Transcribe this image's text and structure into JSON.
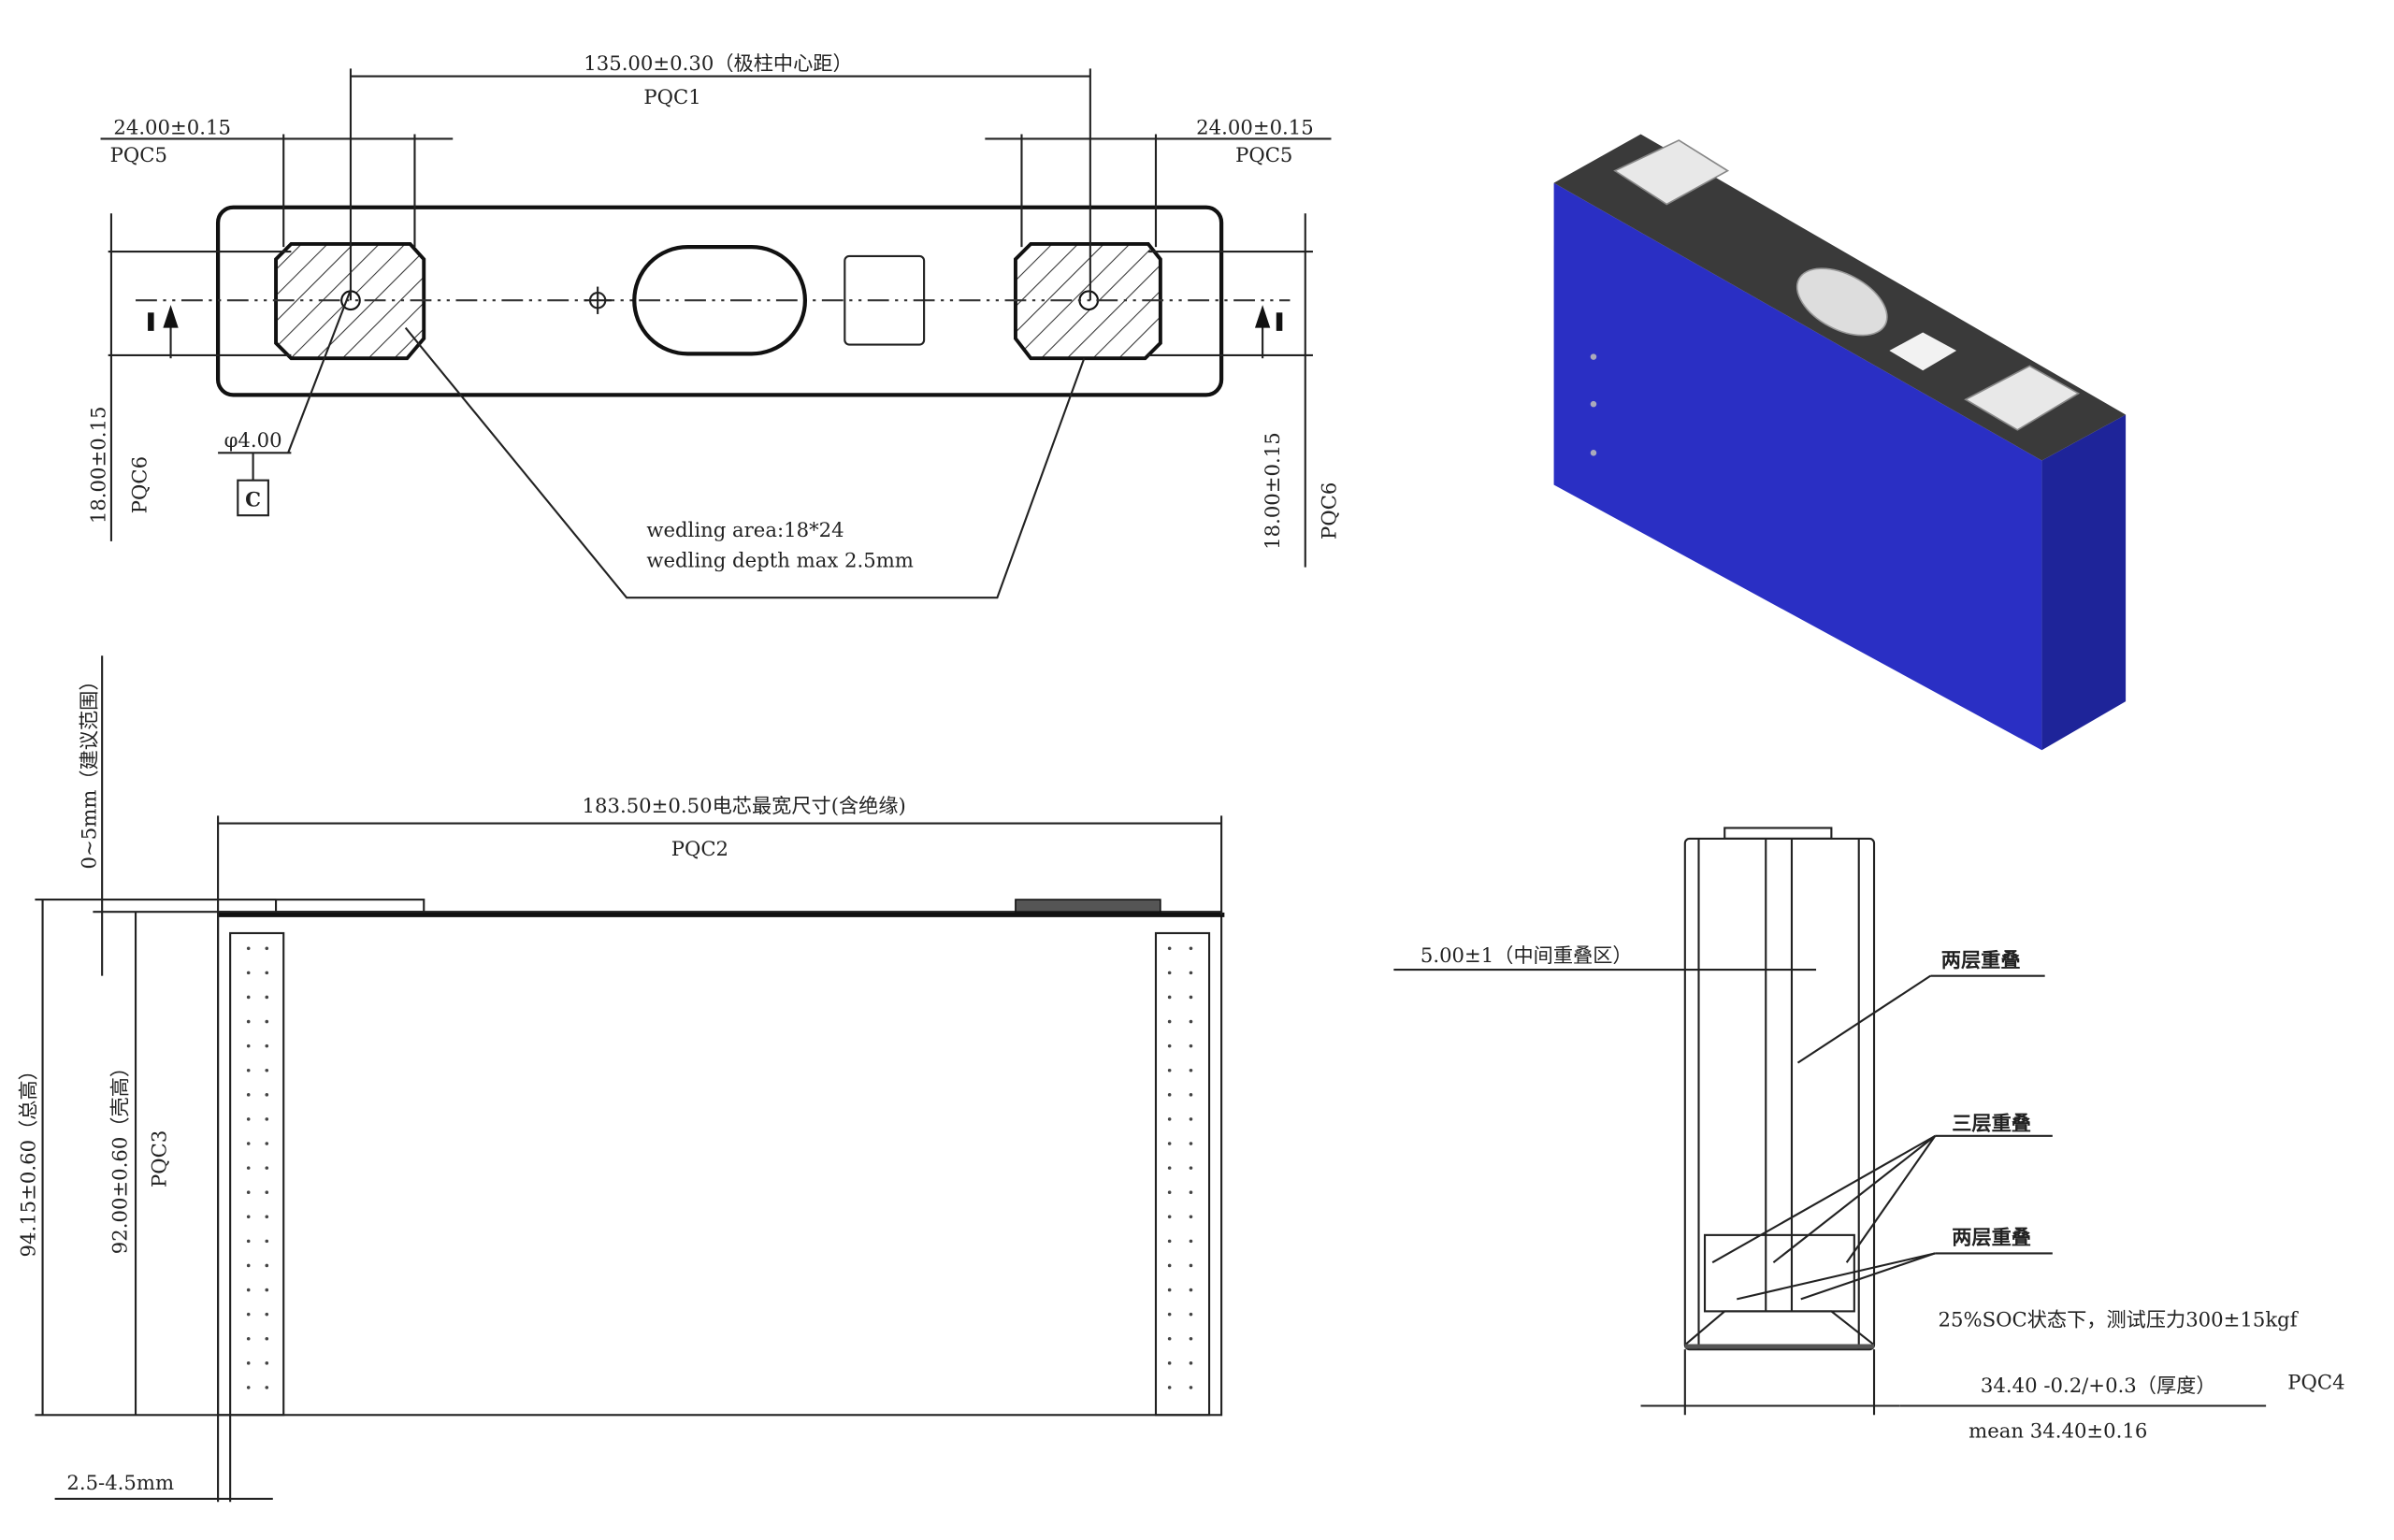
{
  "top_view": {
    "pole_distance": "135.00±0.30（极柱中心距）",
    "pole_distance_code": "PQC1",
    "terminal_width_left": "24.00±0.15",
    "terminal_width_left_code": "PQC5",
    "terminal_width_right": "24.00±0.15",
    "terminal_width_right_code": "PQC5",
    "height_left": "18.00±0.15",
    "height_left_code": "PQC6",
    "height_right": "18.00±0.15",
    "height_right_code": "PQC6",
    "hole_diameter": "φ4.00",
    "datum_label": "C",
    "welding_area": "wedling area:18*24",
    "welding_depth": "wedling depth max 2.5mm"
  },
  "front_view": {
    "width": "183.50±0.50电芯最宽尺寸(含绝缘)",
    "width_code": "PQC2",
    "recommended_range": "0~5mm（建议范围）",
    "total_height": "94.15±0.60（总高）",
    "shell_height": "92.00±0.60（壳高）",
    "shell_height_code": "PQC3",
    "edge_gap": "2.5-4.5mm"
  },
  "side_view": {
    "overlap_middle": "5.00±1（中间重叠区）",
    "two_layer_overlap_top": "两层重叠",
    "three_layer_overlap": "三层重叠",
    "two_layer_overlap_bottom": "两层重叠",
    "test_condition": "25%SOC状态下，测试压力300±15kgf",
    "thickness": "34.40 -0.2/+0.3（厚度）",
    "thickness_code": "PQC4",
    "thickness_mean": "mean 34.40±0.16"
  },
  "colors": {
    "cell_blue": "#2a2fc4",
    "cell_side": "#1e2499",
    "cell_top": "#3a3a3a"
  }
}
